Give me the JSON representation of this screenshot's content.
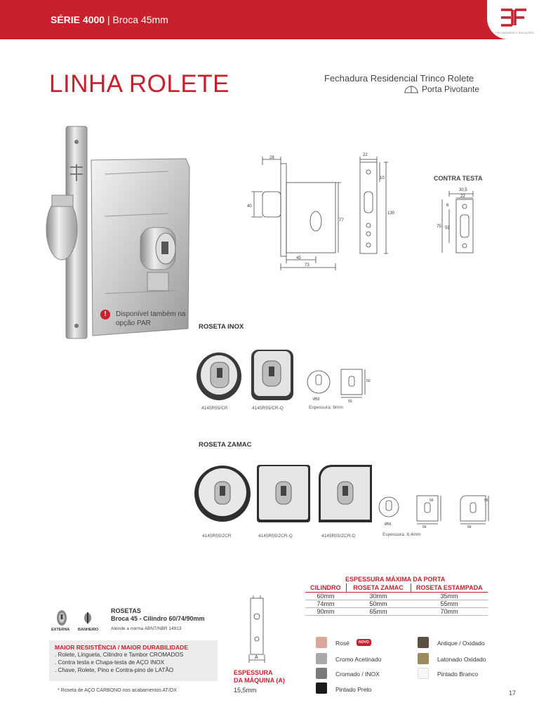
{
  "header": {
    "serie": "SÉRIE 4000",
    "separator": "|",
    "broca": "Broca 45mm",
    "logo_text": "FECHADURAS E SOLUÇÕES"
  },
  "title": "LINHA ROLETE",
  "subtitle": "Fechadura Residencial Trinco Rolete",
  "porta_label": "Porta Pivotante",
  "availability": {
    "icon": "!",
    "text": "Disponível também na opção PAR"
  },
  "drawing_main": {
    "dims": [
      "28",
      "40",
      "77",
      "45",
      "73"
    ]
  },
  "drawing_front": {
    "dims": [
      "22",
      "10",
      "130"
    ]
  },
  "contra_testa": {
    "label": "CONTRA TESTA",
    "dims": [
      "30,5",
      "22",
      "6",
      "75",
      "59"
    ]
  },
  "roseta_inox": {
    "label": "ROSETA INOX",
    "items": [
      {
        "code": "4145R55/CR"
      },
      {
        "code": "4145R55/CR-Q"
      }
    ],
    "espessura": "Espessura: 6mm",
    "dims": [
      "Ø50",
      "50",
      "50"
    ]
  },
  "roseta_zamac": {
    "label": "ROSETA ZAMAC",
    "items": [
      {
        "code": "4145R55/ZCR"
      },
      {
        "code": "4145R55/ZCR-Q"
      },
      {
        "code": "4145R55/ZCR-D"
      }
    ],
    "espessura": "Espessura: 8,4mm",
    "dims": [
      "Ø56",
      "56",
      "56",
      "56",
      "56"
    ]
  },
  "espessura_table": {
    "title": "ESPESSURA MÁXIMA DA PORTA",
    "headers": [
      "CILINDRO",
      "ROSETA ZAMAC",
      "ROSETA ESTAMPADA"
    ],
    "rows": [
      [
        "60mm",
        "30mm",
        "35mm"
      ],
      [
        "74mm",
        "50mm",
        "55mm"
      ],
      [
        "90mm",
        "65mm",
        "70mm"
      ]
    ]
  },
  "icons": {
    "externa": "EXTERNA",
    "banheiro": "BANHEIRO"
  },
  "rosetas": {
    "line1": "ROSETAS",
    "line2": "Broca 45 - Cilindro 60/74/90mm",
    "norma": "Atende a norma ABNT/NBR 14913"
  },
  "features": {
    "heading": "MAIOR RESISTÊNCIA / MAIOR DURABILIDADE",
    "lines": [
      ". Rolete, Lingueta, Cilindro e Tambor CROMADOS",
      ". Contra testa e Chapa-testa de AÇO INOX",
      ". Chave, Rolete, Pino e Contra-pino de LATÃO"
    ]
  },
  "footnote": "* Roseta de AÇO CARBONO nos acabamentos AT/OX",
  "espessura_maquina": {
    "label_a": "A",
    "title_line1": "ESPESSURA",
    "title_line2": "DA MÁQUINA (A)",
    "value": "15,5mm"
  },
  "finishes": {
    "novo": "NOVO",
    "items": [
      {
        "name": "Rosé",
        "color": "#d9a89a"
      },
      {
        "name": "Cromo Acetinado",
        "color": "#a9a9a9"
      },
      {
        "name": "Cromado / INOX",
        "color": "#7a7a7a"
      },
      {
        "name": "Pintado Preto",
        "color": "#1a1a1a"
      },
      {
        "name": "Antique / Oxidado",
        "color": "#5b5142"
      },
      {
        "name": "Latonado Oxidado",
        "color": "#9c8a5a"
      },
      {
        "name": "Pintado Branco",
        "color": "#f7f7f7"
      }
    ]
  },
  "page_number": "17"
}
